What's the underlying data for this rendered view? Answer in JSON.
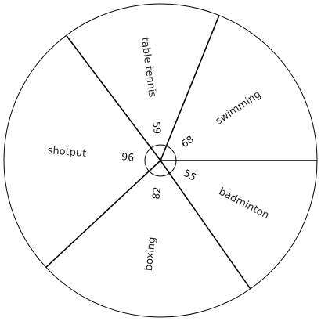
{
  "chart_data": {
    "type": "pie",
    "title": "",
    "slices": [
      {
        "label": "swimming",
        "angle_label": "68",
        "value": 68
      },
      {
        "label": "table tennis",
        "angle_label": "59",
        "value": 59
      },
      {
        "label": "shotput",
        "angle_label": "96",
        "value": 96
      },
      {
        "label": "boxing",
        "angle_label": "82",
        "value": 82
      },
      {
        "label": "badminton",
        "angle_label": "55",
        "value": 55
      }
    ],
    "line_color": "#000000",
    "background": "#ffffff"
  }
}
